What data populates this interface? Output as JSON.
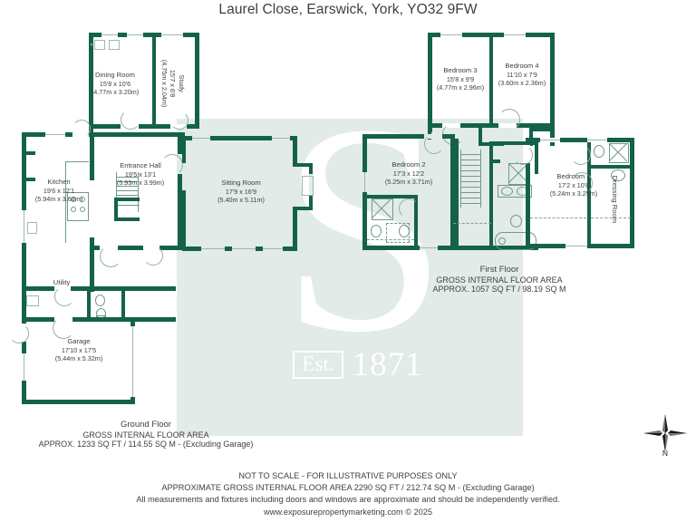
{
  "title": "Laurel Close, Earswick, York, YO32 9FW",
  "watermark": {
    "letter": "S",
    "est_label": "Est.",
    "est_year": "1871"
  },
  "ground_floor": {
    "caption": {
      "name": "Ground Floor",
      "area_label": "GROSS INTERNAL FLOOR AREA",
      "area_value": "APPROX. 1233 SQ FT / 114.55 SQ M - (Excluding Garage)"
    },
    "rooms": [
      {
        "name": "Dining Room",
        "imperial": "15'8 x 10'6",
        "metric": "(4.77m x 3.20m)"
      },
      {
        "name": "Study",
        "imperial": "15'7 x 6'8",
        "metric": "(4.75m x 2.04m)"
      },
      {
        "name": "Kitchen",
        "imperial": "19'6 x 12'1",
        "metric": "(5.94m x 3.68m)"
      },
      {
        "name": "Entrance Hall",
        "imperial": "19'5 x 13'1",
        "metric": "(5.93m x 3.99m)"
      },
      {
        "name": "Sitting Room",
        "imperial": "17'9 x 16'9",
        "metric": "(5.40m x 5.11m)"
      },
      {
        "name": "Utility",
        "imperial": "",
        "metric": ""
      },
      {
        "name": "Garage",
        "imperial": "17'10 x 17'5",
        "metric": "(5.44m x 5.32m)"
      }
    ]
  },
  "first_floor": {
    "caption": {
      "name": "First Floor",
      "area_label": "GROSS INTERNAL FLOOR AREA",
      "area_value": "APPROX. 1057 SQ FT / 98.19 SQ M"
    },
    "rooms": [
      {
        "name": "Bedroom 3",
        "imperial": "15'8 x 9'9",
        "metric": "(4.77m x 2.96m)"
      },
      {
        "name": "Bedroom 4",
        "imperial": "11'10 x 7'9",
        "metric": "(3.60m x 2.36m)"
      },
      {
        "name": "Bedroom 2",
        "imperial": "17'3 x 12'2",
        "metric": "(5.25m x 3.71m)"
      },
      {
        "name": "Bedroom 1",
        "imperial": "17'2 x 10'8",
        "metric": "(5.24m x 3.25m)"
      },
      {
        "name": "Dressing Room",
        "imperial": "",
        "metric": ""
      }
    ]
  },
  "footer": {
    "line1": "NOT TO SCALE - FOR ILLUSTRATIVE PURPOSES ONLY",
    "line2": "APPROXIMATE GROSS INTERNAL FLOOR AREA 2290 SQ FT / 212.74 SQ M - (Excluding Garage)",
    "line3": "All measurements and fixtures including doors and windows are approximate and should be independently verified.",
    "line4": "www.exposurepropertymarketing.com © 2025"
  },
  "compass": {
    "north_label": "N"
  },
  "colors": {
    "wall": "#14624b",
    "panel": "#e2ebe7",
    "text": "#3f3f3f",
    "fixture": "#6f9a8a"
  }
}
